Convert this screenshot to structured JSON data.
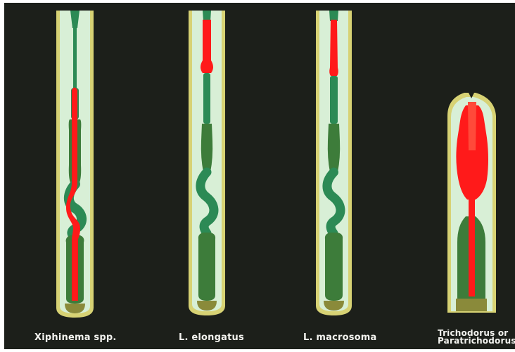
{
  "colors": {
    "background": "#1c1f1a",
    "cuticle": "#d7d274",
    "body_fluid": "#d8efd6",
    "pharynx": "#2c8a55",
    "bulb": "#3d7c3a",
    "spear": "#ff1a1a",
    "base": "#8a8a3a"
  },
  "captions": {
    "xiphinema": "Xiphinema  spp.",
    "l_elongatus": "L. elongatus",
    "l_macrosoma": "L.  macrosoma",
    "trichodorus_line1": "Trichodorus  or",
    "trichodorus_line2": "Paratrichodorus"
  }
}
